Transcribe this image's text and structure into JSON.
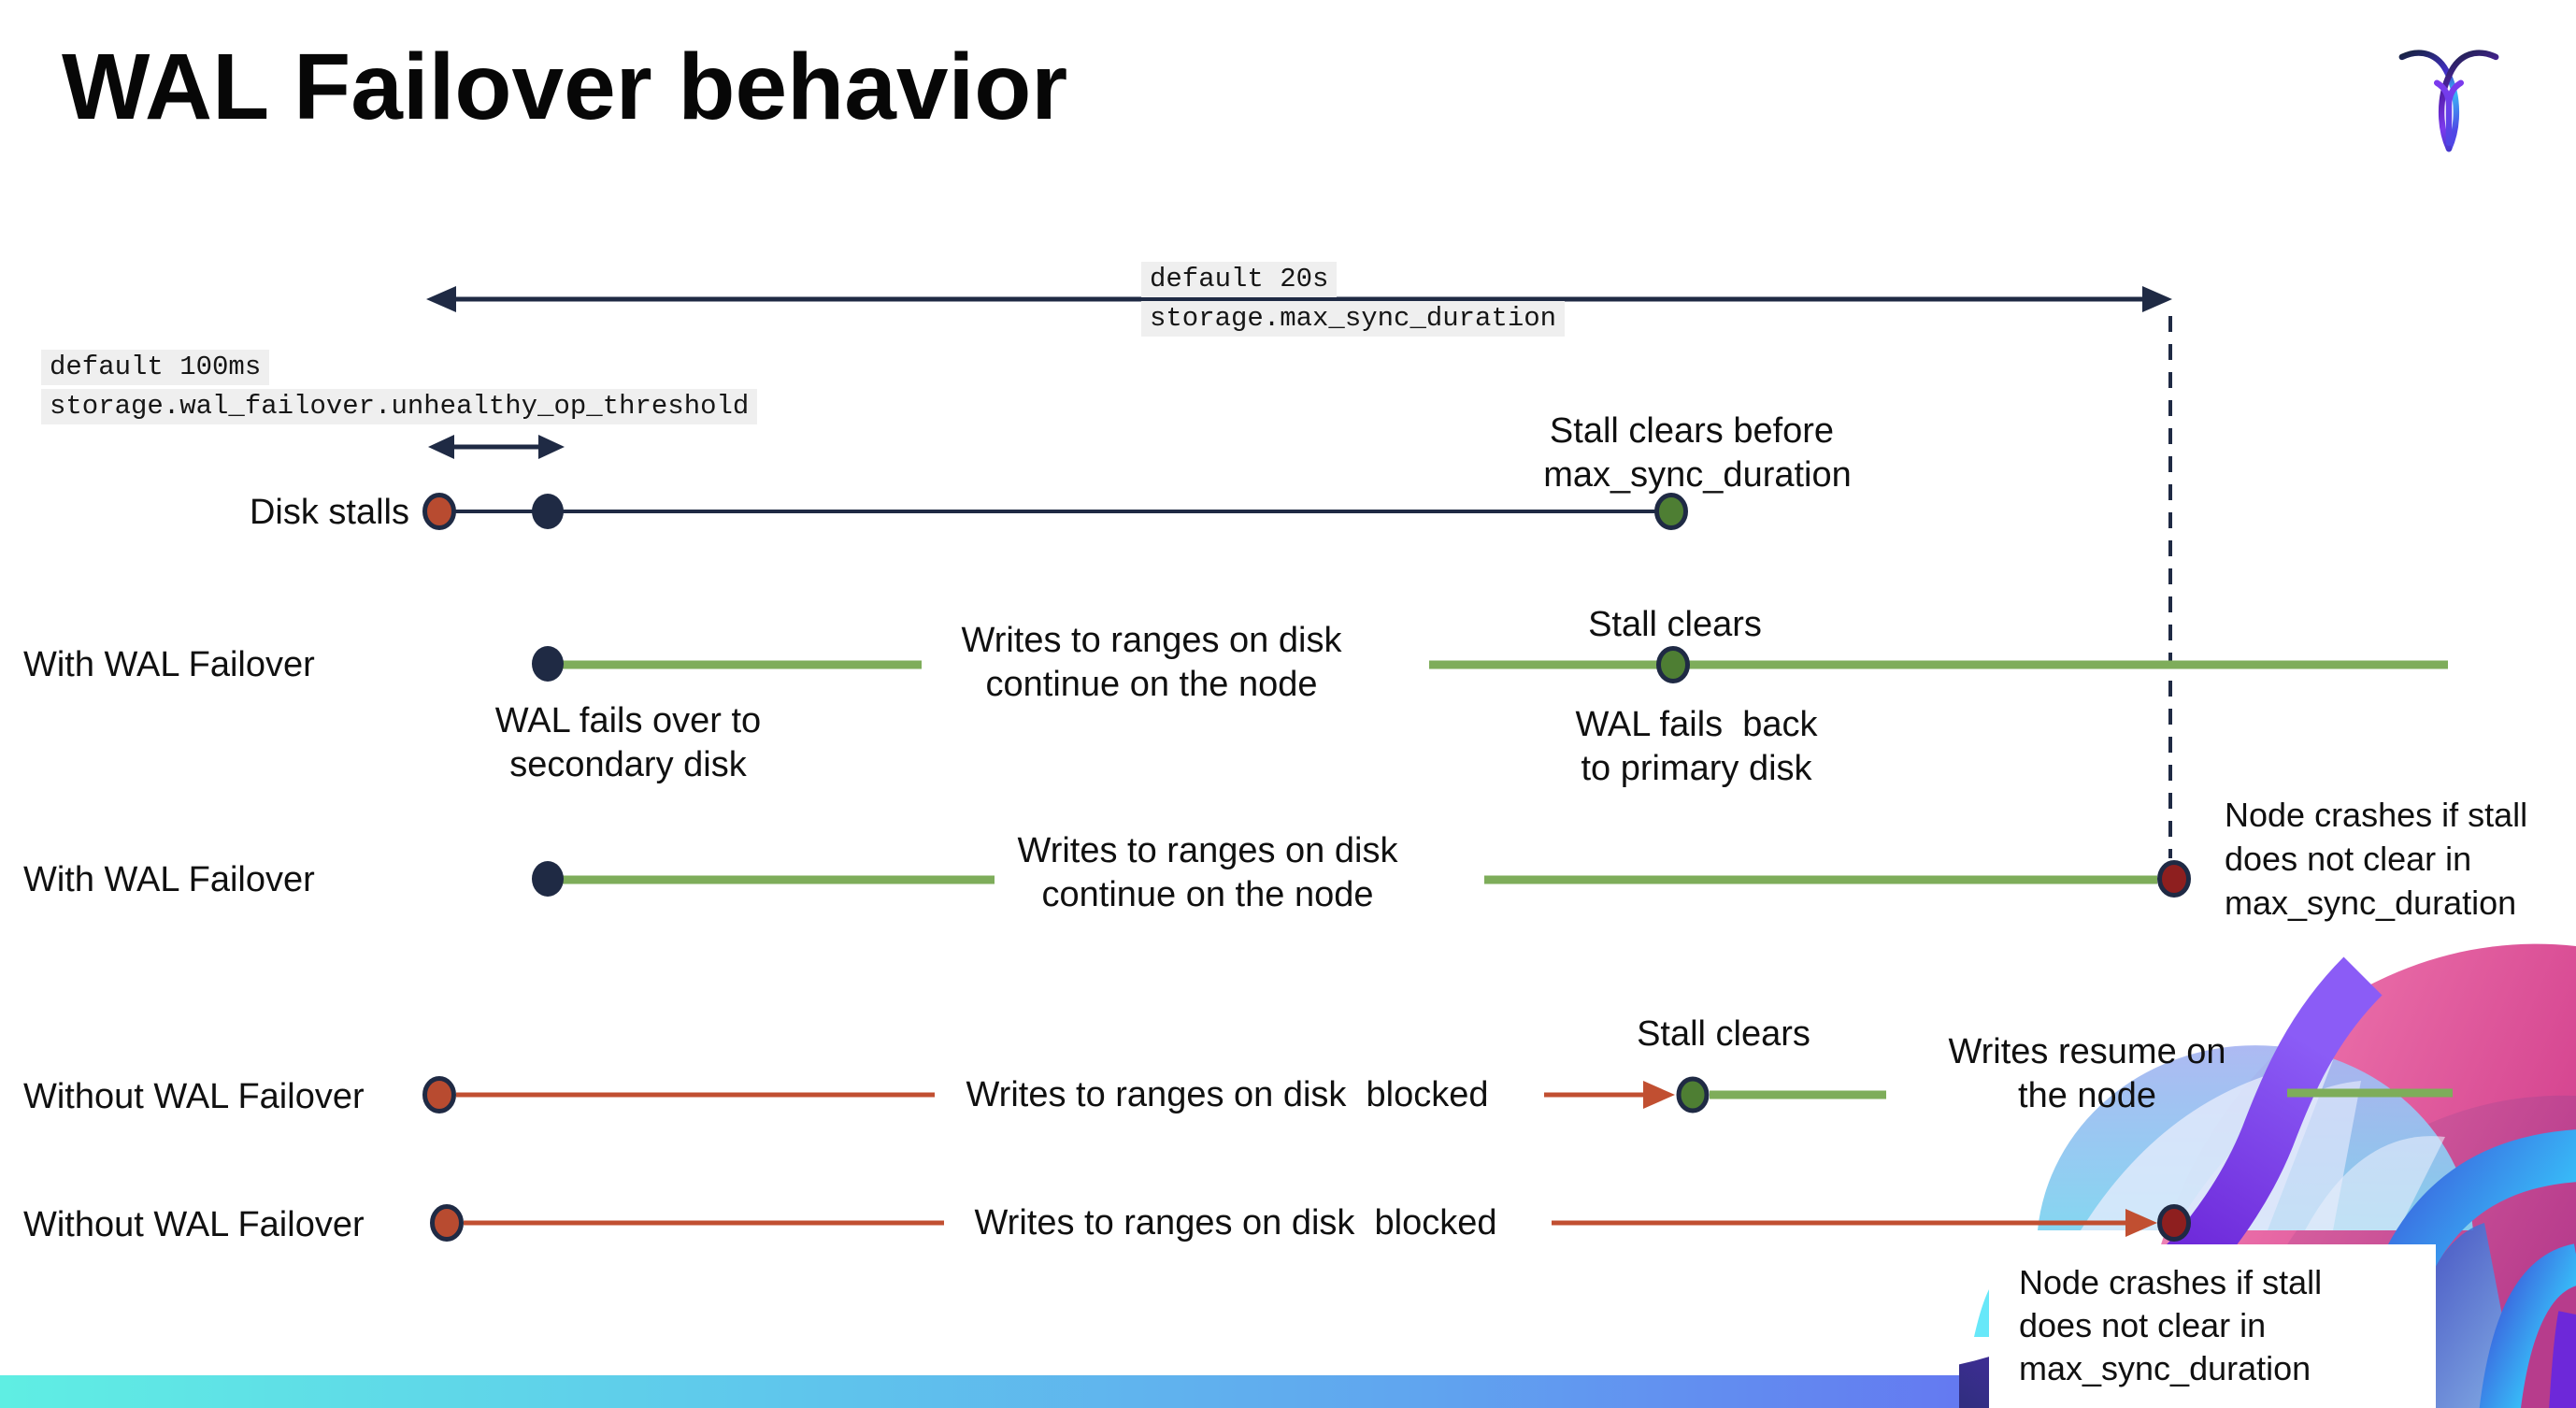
{
  "slide": {
    "title": "WAL Failover behavior",
    "logo": "cockroachdb-roach-logo"
  },
  "colors": {
    "navy": "#1f2a44",
    "red_line": "#c14f31",
    "red_fill": "#b84b30",
    "dark_red_fill": "#8e1f1f",
    "green_line": "#7ead5a",
    "green_fill": "#4e7e33",
    "code_bg": "#efefef",
    "bar_gradient_left": "#5feee3",
    "bar_gradient_right": "#6c52f6"
  },
  "config_labels": {
    "max_sync_duration": {
      "default": "default 20s",
      "setting": "storage.max_sync_duration"
    },
    "unhealthy_op_threshold": {
      "default": "default 100ms",
      "setting": "storage.wal_failover.unhealthy_op_threshold"
    }
  },
  "timelines": [
    {
      "label": "Disk stalls",
      "stall_clears_l1": "Stall clears before",
      "stall_clears_l2": "max_sync_duration"
    },
    {
      "label": "With WAL Failover",
      "writes_l1": "Writes to ranges on disk",
      "writes_l2": "continue on the node",
      "stall_clears": "Stall clears",
      "failover_l1": "WAL fails over to",
      "failover_l2": "secondary disk",
      "failback_l1": "WAL fails  back",
      "failback_l2": "to primary disk"
    },
    {
      "label": "With WAL Failover",
      "writes_l1": "Writes to ranges on disk",
      "writes_l2": "continue on the node",
      "crash_l1": "Node crashes if stall",
      "crash_l2": "does not clear in",
      "crash_l3": "max_sync_duration"
    },
    {
      "label": "Without WAL Failover",
      "blocked": "Writes to ranges on disk  blocked",
      "stall_clears": "Stall clears",
      "resume_l1": "Writes resume on",
      "resume_l2": "the node"
    },
    {
      "label": "Without WAL Failover",
      "blocked": "Writes to ranges on disk  blocked",
      "crash_l1": "Node crashes if stall",
      "crash_l2": "does not clear in",
      "crash_l3": "max_sync_duration"
    }
  ]
}
